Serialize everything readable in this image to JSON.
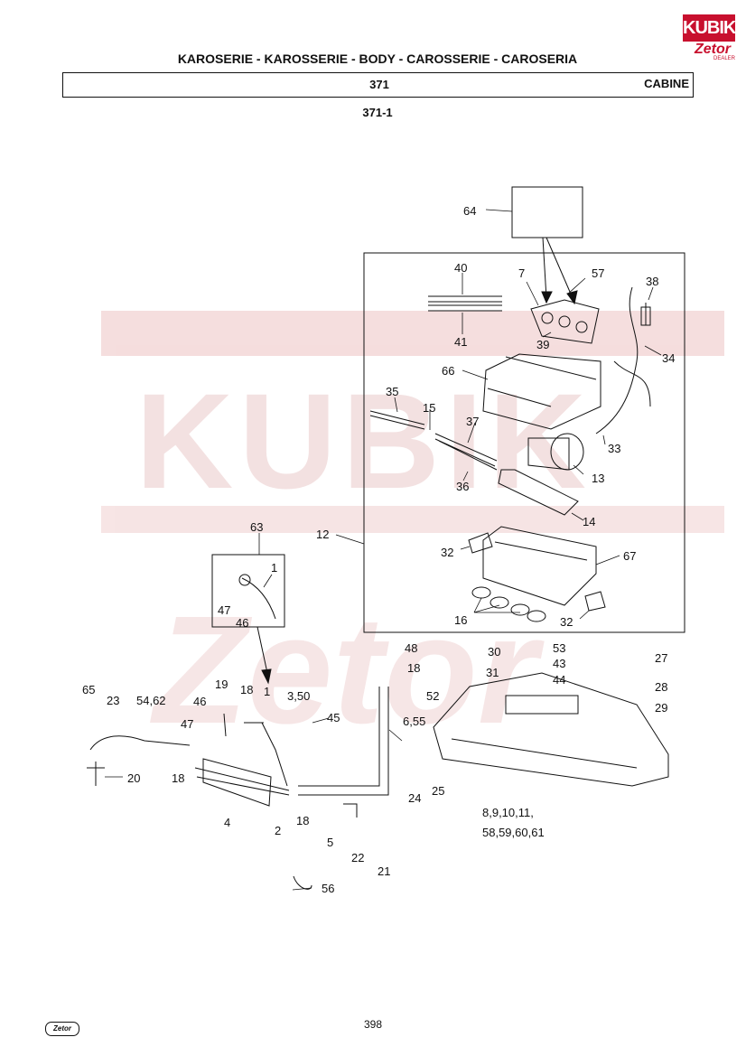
{
  "header": {
    "title": "KAROSERIE - KAROSSERIE - BODY - CAROSSERIE - CAROSERIA",
    "section_number": "371",
    "section_name": "CABINE",
    "figure_number": "371-1"
  },
  "logo": {
    "brand_top": "KUBIK",
    "brand_bottom": "Zetor",
    "dealer": "DEALER"
  },
  "footer": {
    "page_number": "398",
    "logo_text": "Zetor"
  },
  "watermark": {
    "text_top": "KUBIK",
    "text_bottom": "Zetor",
    "color": "#f2d6d6"
  },
  "callouts": [
    "64",
    "40",
    "7",
    "57",
    "38",
    "41",
    "39",
    "34",
    "66",
    "35",
    "15",
    "37",
    "33",
    "13",
    "36",
    "14",
    "12",
    "32",
    "67",
    "16",
    "32",
    "63",
    "1",
    "47",
    "46",
    "48",
    "18",
    "30",
    "53",
    "27",
    "31",
    "43",
    "44",
    "28",
    "29",
    "52",
    "65",
    "23",
    "54,62",
    "19",
    "46",
    "18",
    "1",
    "3,50",
    "45",
    "47",
    "6,55",
    "18",
    "20",
    "4",
    "2",
    "18",
    "24",
    "25",
    "8,9,10,11,",
    "58,59,60,61",
    "5",
    "22",
    "21",
    "56"
  ]
}
